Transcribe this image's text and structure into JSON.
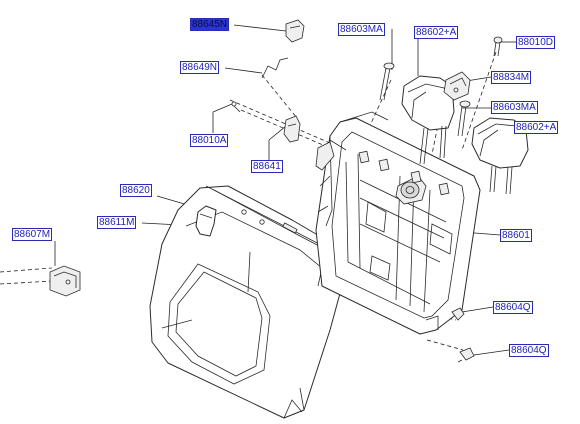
{
  "labels": {
    "l88645N": "88645N",
    "l88649N": "88649N",
    "l88010A": "88010A",
    "l88641": "88641",
    "l88620": "88620",
    "l88611M": "88611M",
    "l88607M": "88607M",
    "l88603MA_top": "88603MA",
    "l88602A_top": "88602+A",
    "l88010D": "88010D",
    "l88834M": "88834M",
    "l88603MA_right": "88603MA",
    "l88602A_right": "88602+A",
    "l88601": "88601",
    "l88604Q_upper": "88604Q",
    "l88604Q_lower": "88604Q"
  },
  "selected_label": "88645N",
  "colors": {
    "label_border": "#2a2ab8",
    "label_text": "#1f1fb4",
    "selected_fill": "#2a34d6",
    "line": "#222222"
  }
}
